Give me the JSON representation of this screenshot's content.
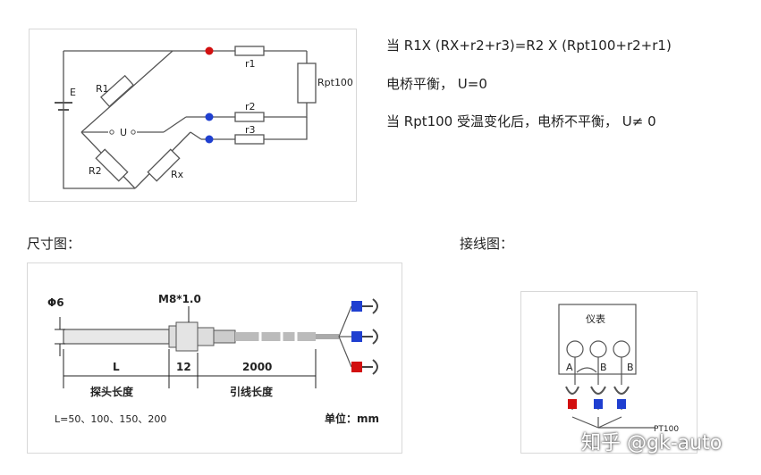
{
  "circuit": {
    "labels": {
      "E": "E",
      "R1": "R1",
      "R2": "R2",
      "Rx": "Rx",
      "U": "U",
      "r1": "r1",
      "r2": "r2",
      "r3": "r3",
      "Rpt100": "Rpt100"
    }
  },
  "equations": {
    "line1": "当  R1X (RX+r2+r3)=R2  X (Rpt100+r2+r1)",
    "line2": "电桥平衡，   U=0",
    "line3": "当  Rpt100 受温变化后，电桥不平衡，       U≠ 0"
  },
  "dimension": {
    "heading": "尺寸图：",
    "phi": "Φ6",
    "thread": "M8*1.0",
    "L": "L",
    "twelve": "12",
    "lead_len": "2000",
    "probe_label": "探头长度",
    "lead_label": "引线长度",
    "lengths": "L=50、100、150、200",
    "unit": "单位：mm"
  },
  "wiring": {
    "heading": "接线图：",
    "instrument": "仪表",
    "A": "A",
    "B1": "B",
    "B2": "B",
    "pt100": "PT100"
  },
  "watermark": "知乎 @gk-auto",
  "colors": {
    "red": "#d21010",
    "blue": "#1f3fd0",
    "grayline": "#555555"
  }
}
